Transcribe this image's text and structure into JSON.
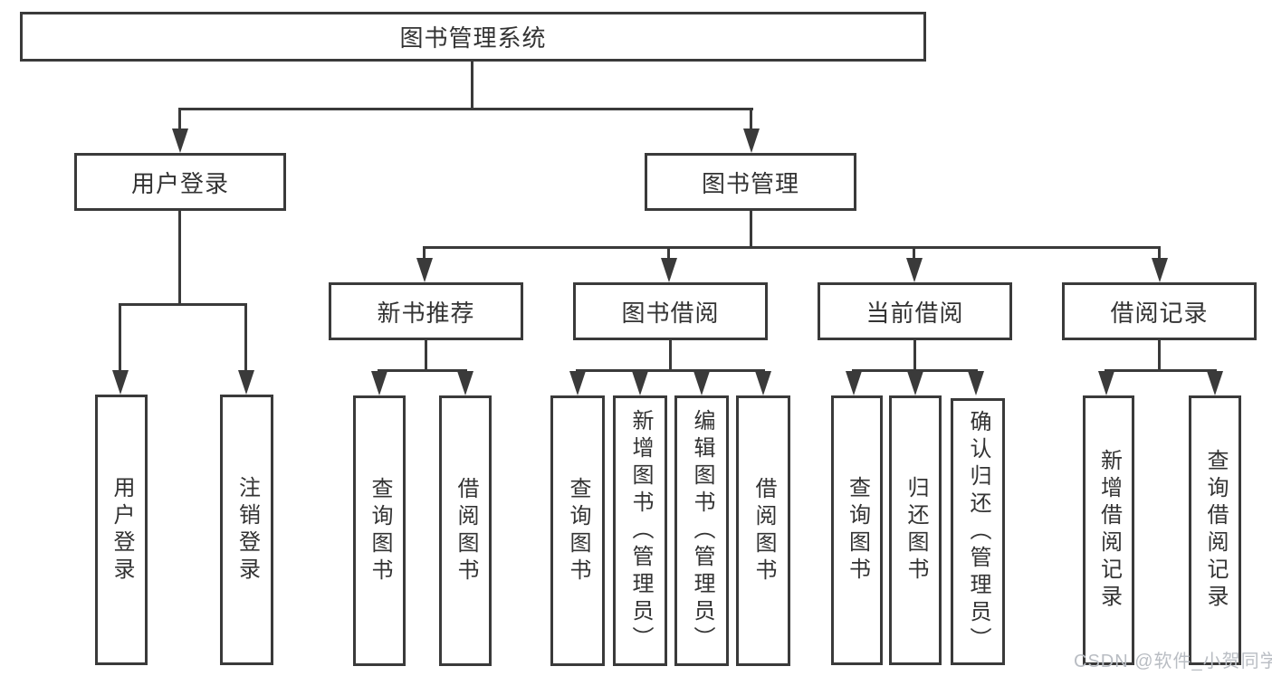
{
  "tree": {
    "label": "图书管理系统",
    "children": [
      {
        "label": "用户登录",
        "children": [
          {
            "label": "用户登录"
          },
          {
            "label": "注销登录"
          }
        ]
      },
      {
        "label": "图书管理",
        "children": [
          {
            "label": "新书推荐",
            "children": [
              {
                "label": "查询图书"
              },
              {
                "label": "借阅图书"
              }
            ]
          },
          {
            "label": "图书借阅",
            "children": [
              {
                "label": "查询图书"
              },
              {
                "label": "新增图书（管理员）"
              },
              {
                "label": "编辑图书（管理员）"
              },
              {
                "label": "借阅图书"
              }
            ]
          },
          {
            "label": "当前借阅",
            "children": [
              {
                "label": "查询图书"
              },
              {
                "label": "归还图书"
              },
              {
                "label": "确认归还（管理员）"
              }
            ]
          },
          {
            "label": "借阅记录",
            "children": [
              {
                "label": "新增借阅记录"
              },
              {
                "label": "查询借阅记录"
              }
            ]
          }
        ]
      }
    ]
  },
  "watermark": {
    "text": "CSDN @软件_小贺同学"
  },
  "colors": {
    "line": "#3a3a3a",
    "text": "#333333",
    "watermark": "#b9bdc3",
    "background": "#ffffff"
  }
}
